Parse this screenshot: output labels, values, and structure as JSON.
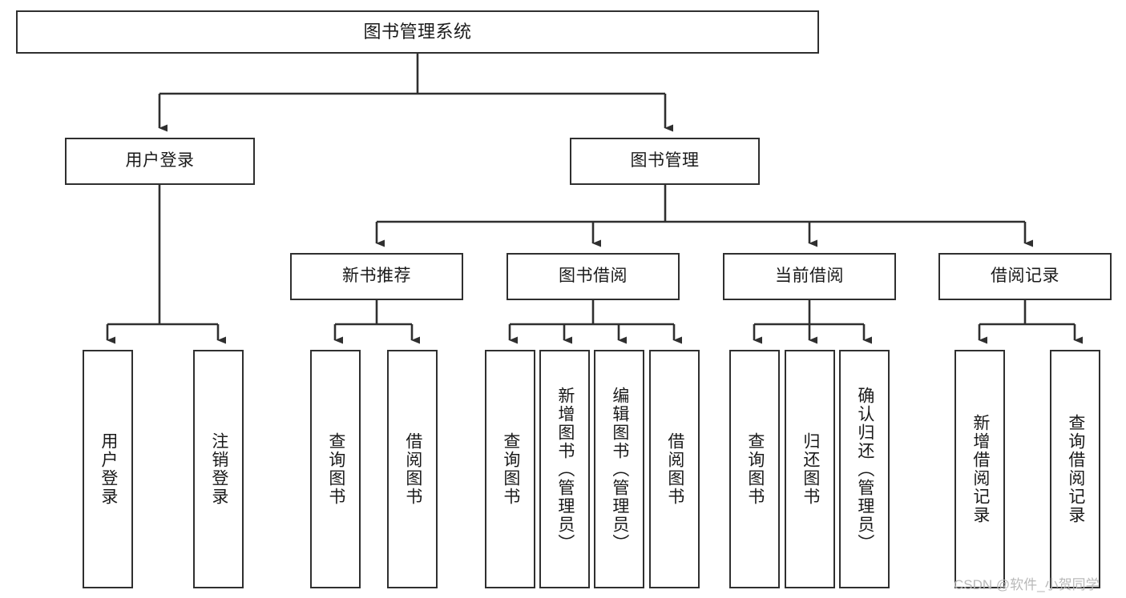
{
  "diagram": {
    "type": "tree-hierarchy",
    "title": "图书管理系统",
    "orientation": "top-down",
    "colors": {
      "box_border": "#2f2f2f",
      "box_fill": "#ffffff",
      "connector": "#2f2f2f",
      "text": "#1a1a1a",
      "watermark": "#b9b9b9",
      "background": "#ffffff"
    },
    "root": {
      "label": "图书管理系统"
    },
    "level2": [
      {
        "label": "用户登录"
      },
      {
        "label": "图书管理"
      }
    ],
    "level3": [
      {
        "label": "新书推荐"
      },
      {
        "label": "图书借阅"
      },
      {
        "label": "当前借阅"
      },
      {
        "label": "借阅记录"
      }
    ],
    "leaves": {
      "user_login": [
        {
          "label": "用户登录"
        },
        {
          "label": "注销登录"
        }
      ],
      "new_book_recommend": [
        {
          "label": "查询图书"
        },
        {
          "label": "借阅图书"
        }
      ],
      "book_borrow": [
        {
          "label": "查询图书"
        },
        {
          "label": "新增图书（管理员）"
        },
        {
          "label": "编辑图书（管理员）"
        },
        {
          "label": "借阅图书"
        }
      ],
      "current_borrow": [
        {
          "label": "查询图书"
        },
        {
          "label": "归还图书"
        },
        {
          "label": "确认归还（管理员）"
        }
      ],
      "borrow_record": [
        {
          "label": "新增借阅记录"
        },
        {
          "label": "查询借阅记录"
        }
      ]
    }
  },
  "watermark": {
    "text": "CSDN @软件_小贺同学"
  }
}
